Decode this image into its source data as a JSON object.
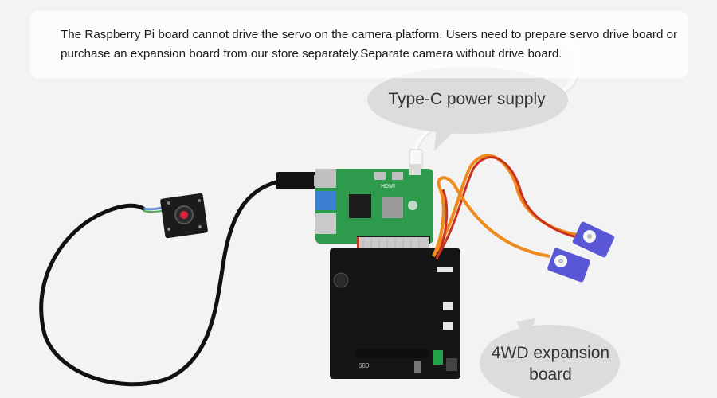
{
  "notice": {
    "text": "The Raspberry Pi board cannot drive the servo on the camera platform. Users need to prepare servo drive board or purchase an expansion board from our store separately.Separate camera without drive board."
  },
  "callouts": {
    "power_supply": "Type-C power supply",
    "expansion_board": "4WD expansion board"
  },
  "board_markings": {
    "hdmi_label": "HDMI",
    "board_code": "680"
  },
  "colors": {
    "background": "#f3f3f3",
    "pi_board": "#2e9a4c",
    "expansion_board": "#151515",
    "ribbon_cable": "#c9c9c9",
    "servo": "#5a57d6",
    "servo_wire_orange": "#f08a1c",
    "servo_wire_red": "#c8321f",
    "callout_bubble": "#dcdcdc"
  }
}
